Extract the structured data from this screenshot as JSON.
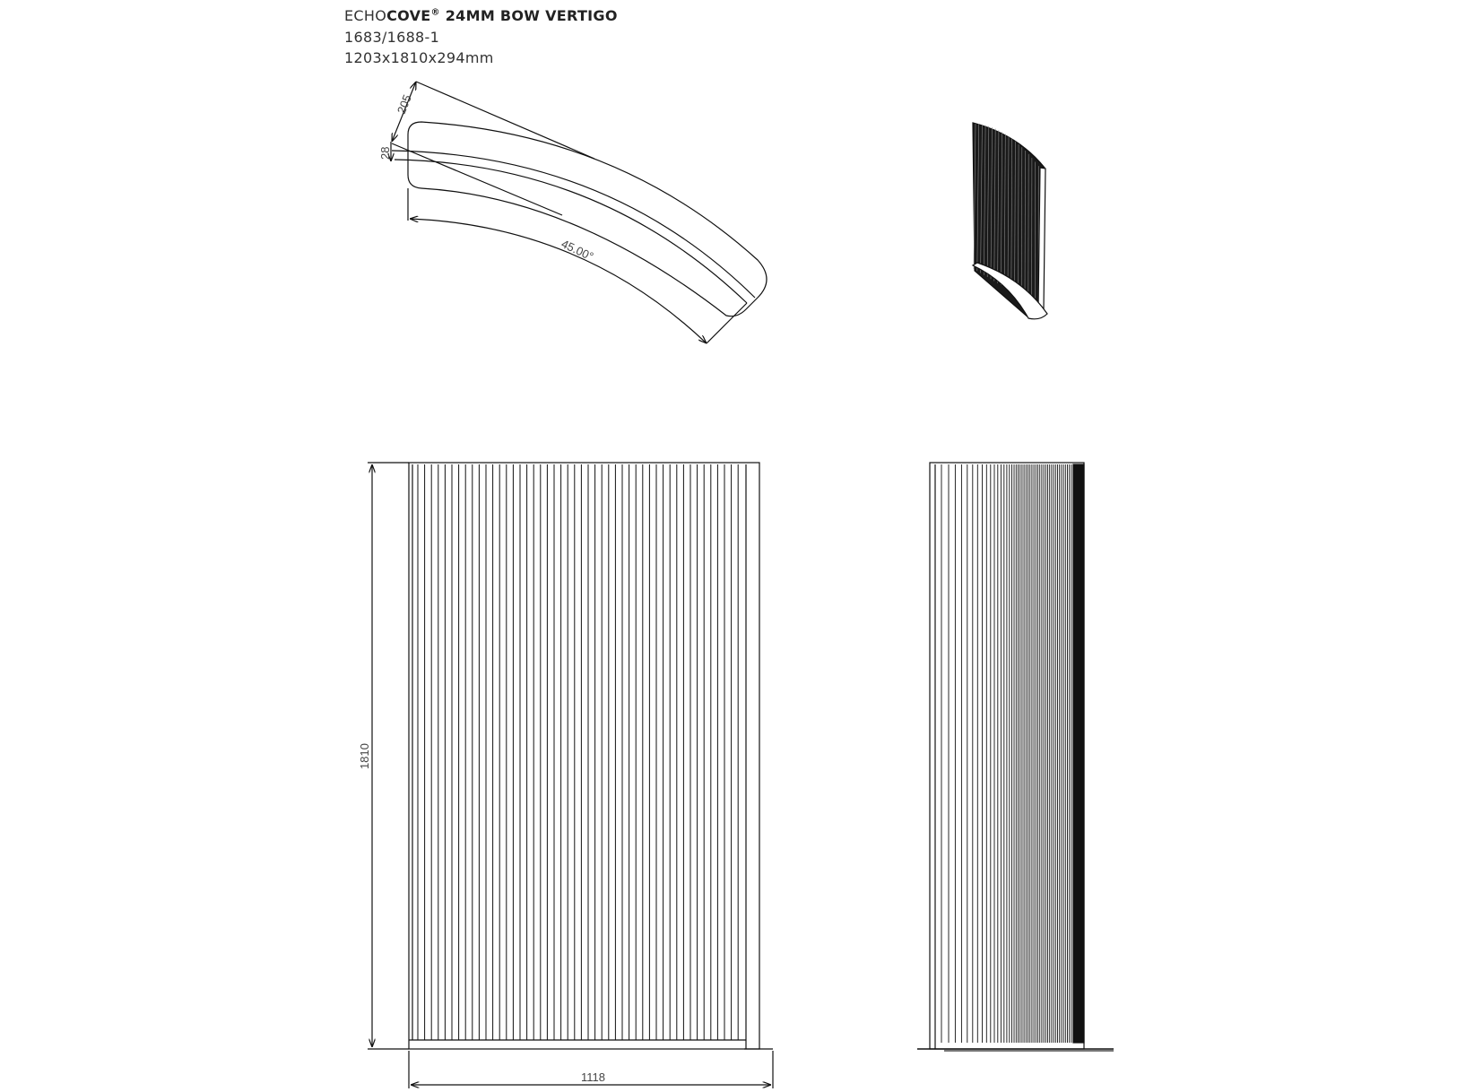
{
  "header": {
    "brand_light": "ECHO",
    "brand_bold": "COVE",
    "registered": "®",
    "product": " 24MM BOW VERTIGO",
    "code": "1683/1688-1",
    "size": "1203x1810x294mm"
  },
  "plan_view": {
    "dim_depth": "205",
    "dim_thickness": "28",
    "dim_angle": "45.00°"
  },
  "front_view": {
    "dim_height": "1810",
    "dim_width": "1118"
  },
  "colors": {
    "line": "#111111",
    "text": "#333333"
  }
}
